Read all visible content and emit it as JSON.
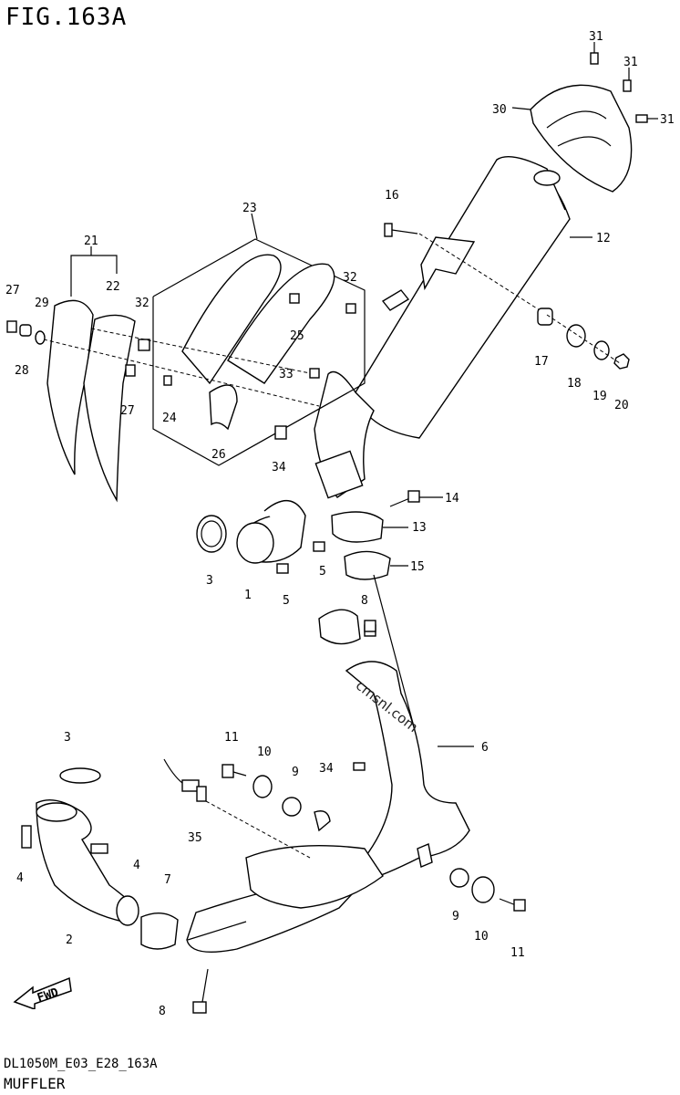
{
  "header": {
    "title": "FIG.163A"
  },
  "footer": {
    "code": "DL1050M_E03_E28_163A",
    "name": "MUFFLER"
  },
  "watermark": "cmsnl.com",
  "callouts": [
    {
      "id": "c31a",
      "label": "31"
    },
    {
      "id": "c31b",
      "label": "31"
    },
    {
      "id": "c31c",
      "label": "31"
    },
    {
      "id": "c30",
      "label": "30"
    },
    {
      "id": "c16",
      "label": "16"
    },
    {
      "id": "c12",
      "label": "12"
    },
    {
      "id": "c23",
      "label": "23"
    },
    {
      "id": "c21",
      "label": "21"
    },
    {
      "id": "c22",
      "label": "22"
    },
    {
      "id": "c27a",
      "label": "27"
    },
    {
      "id": "c29",
      "label": "29"
    },
    {
      "id": "c28",
      "label": "28"
    },
    {
      "id": "c27b",
      "label": "27"
    },
    {
      "id": "c32a",
      "label": "32"
    },
    {
      "id": "c32b",
      "label": "32"
    },
    {
      "id": "c25",
      "label": "25"
    },
    {
      "id": "c33",
      "label": "33"
    },
    {
      "id": "c24",
      "label": "24"
    },
    {
      "id": "c26",
      "label": "26"
    },
    {
      "id": "c34a",
      "label": "34"
    },
    {
      "id": "c17",
      "label": "17"
    },
    {
      "id": "c18",
      "label": "18"
    },
    {
      "id": "c19",
      "label": "19"
    },
    {
      "id": "c20",
      "label": "20"
    },
    {
      "id": "c14",
      "label": "14"
    },
    {
      "id": "c13",
      "label": "13"
    },
    {
      "id": "c15",
      "label": "15"
    },
    {
      "id": "c3a",
      "label": "3"
    },
    {
      "id": "c1",
      "label": "1"
    },
    {
      "id": "c5a",
      "label": "5"
    },
    {
      "id": "c5b",
      "label": "5"
    },
    {
      "id": "c8a",
      "label": "8"
    },
    {
      "id": "c6",
      "label": "6"
    },
    {
      "id": "c3b",
      "label": "3"
    },
    {
      "id": "c11a",
      "label": "11"
    },
    {
      "id": "c10a",
      "label": "10"
    },
    {
      "id": "c9a",
      "label": "9"
    },
    {
      "id": "c34b",
      "label": "34"
    },
    {
      "id": "c35",
      "label": "35"
    },
    {
      "id": "c4a",
      "label": "4"
    },
    {
      "id": "c4b",
      "label": "4"
    },
    {
      "id": "c7",
      "label": "7"
    },
    {
      "id": "c2",
      "label": "2"
    },
    {
      "id": "c9b",
      "label": "9"
    },
    {
      "id": "c10b",
      "label": "10"
    },
    {
      "id": "c11b",
      "label": "11"
    },
    {
      "id": "c8b",
      "label": "8"
    }
  ],
  "fwd_label": "FWD"
}
